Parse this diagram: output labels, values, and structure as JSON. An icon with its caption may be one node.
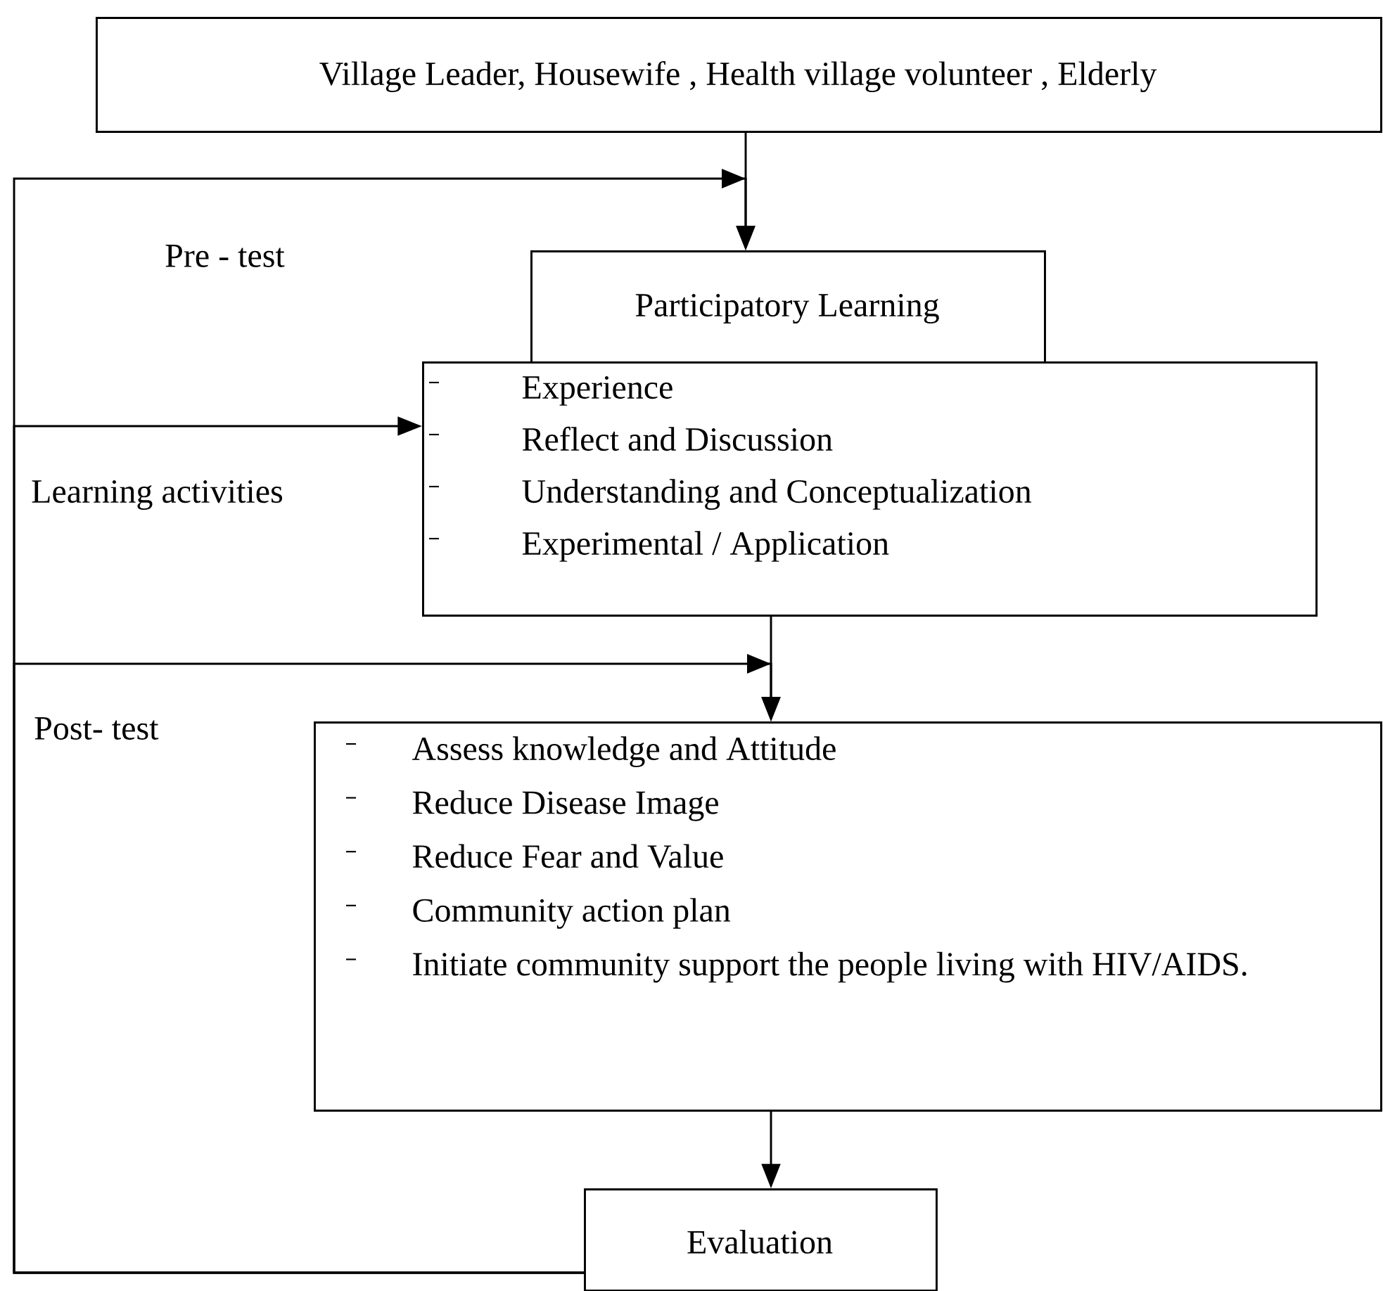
{
  "diagram": {
    "nodes": [
      {
        "text": [
          "Village  Leader, Housewife , Health village volunteer , Elderly"
        ]
      },
      {
        "text": [
          "Participatory  Learning"
        ]
      },
      {
        "text": [
          "Experience",
          "Reflect  and  Discussion",
          "Understanding  and  Conceptualization",
          "Experimental / Application"
        ]
      },
      {
        "text": [
          "Assess knowledge  and  Attitude",
          "Reduce  Disease  Image",
          "Reduce  Fear  and  Value",
          "Community  action  plan",
          "Initiate  community  support  the  people  living  with  HIV/AIDS."
        ]
      },
      {
        "text": [
          "Evaluation"
        ]
      }
    ],
    "edges": [
      {
        "from": 0,
        "to": 1,
        "arrow": "to"
      },
      {
        "from": 2,
        "to": 3,
        "arrow": "to"
      },
      {
        "from": 3,
        "to": 4,
        "arrow": "to"
      },
      {
        "from": 4,
        "to": 1,
        "arrow": "to",
        "label": "Pre - test"
      },
      {
        "from": 4,
        "to": 2,
        "arrow": "to",
        "label": "Learning activities"
      },
      {
        "from": 4,
        "to": 3,
        "arrow": "to",
        "label": "Post- test"
      }
    ]
  }
}
